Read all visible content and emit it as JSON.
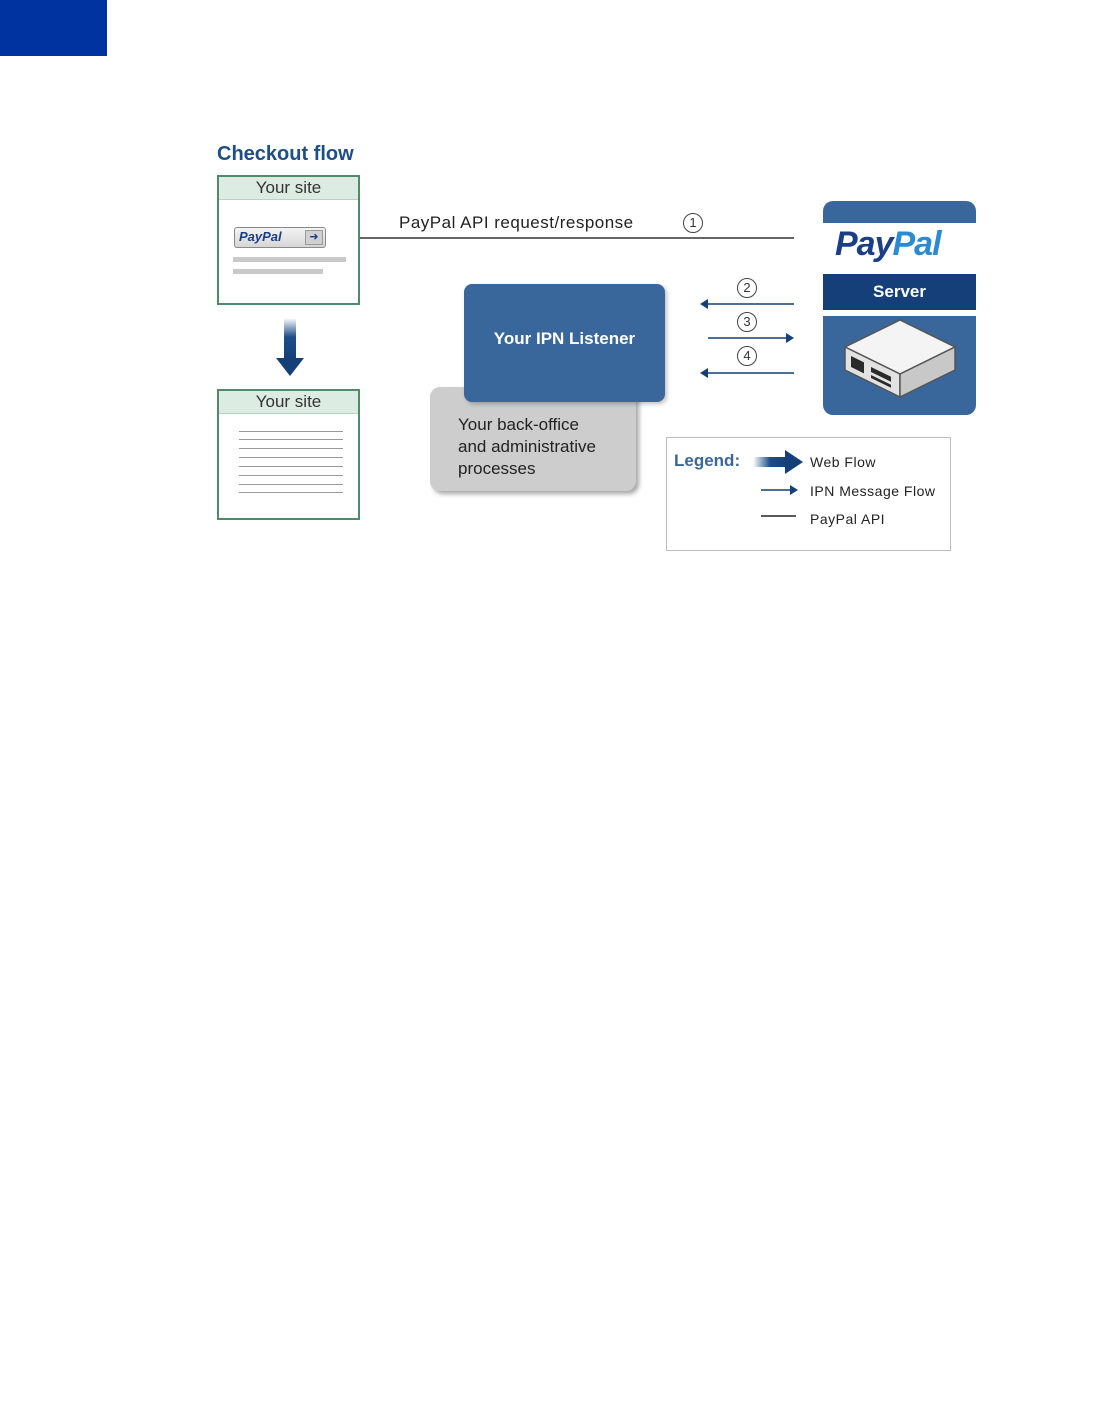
{
  "diagram": {
    "title": "Checkout flow",
    "site_label_top": "Your site",
    "site_label_bottom": "Your site",
    "paypal_button_label": "PayPal",
    "api_line_label": "PayPal API request/response",
    "steps": [
      "1",
      "2",
      "3",
      "4"
    ],
    "ipn_listener_label": "Your IPN Listener",
    "backoffice_lines": [
      "Your back-office",
      "and administrative",
      "processes"
    ],
    "paypal_logo_pay": "Pay",
    "paypal_logo_pal": "Pal",
    "server_label": "Server",
    "legend": {
      "title": "Legend:",
      "items": [
        "Web Flow",
        "IPN Message Flow",
        "PayPal API"
      ]
    }
  },
  "colors": {
    "corner_tab": "#0033a0",
    "title_blue": "#1d4f86",
    "box_green": "#4f8a6b",
    "ipn_blue": "#3a679b",
    "server_navy": "#143f78",
    "backoffice_gray": "#cdcdcd"
  }
}
